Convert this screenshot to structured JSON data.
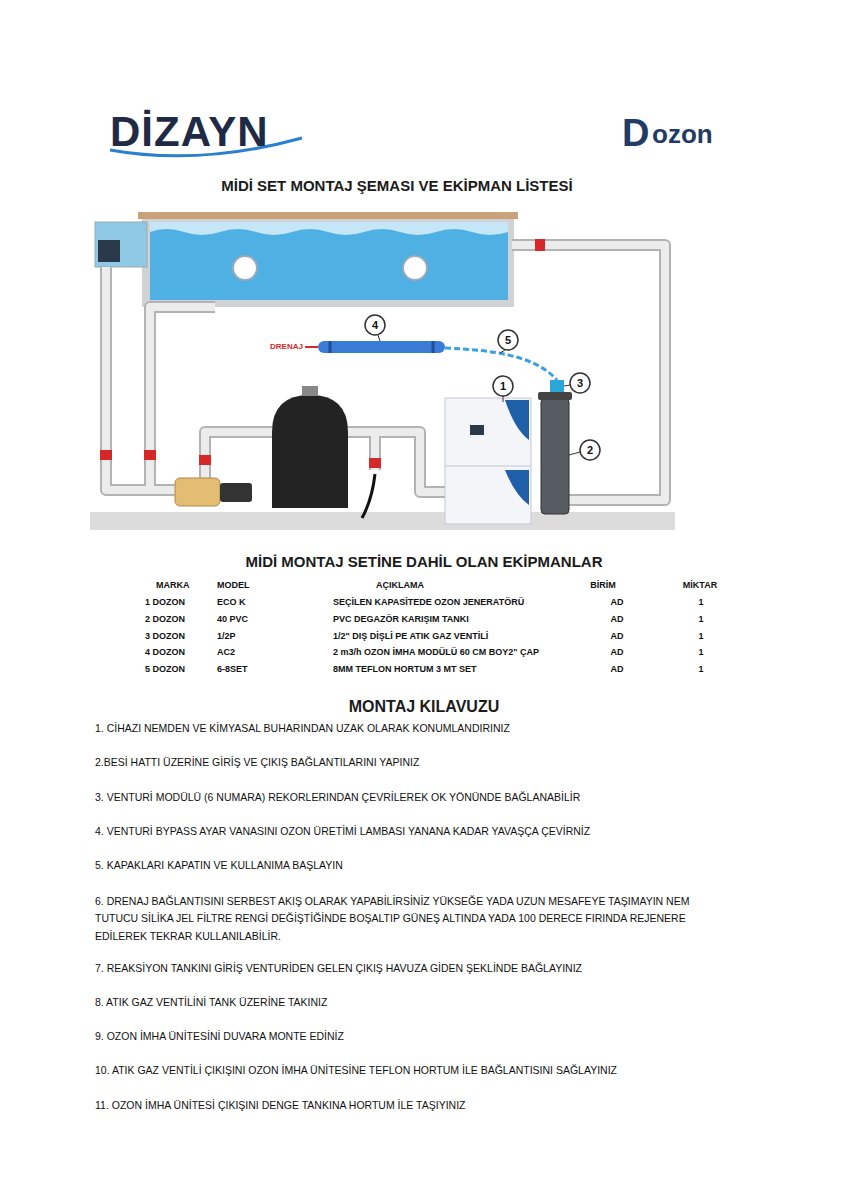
{
  "diagram": {
    "title": "MİDİ SET MONTAJ ŞEMASI VE EKİPMAN LİSTESİ",
    "labels": [
      "DİZAYN",
      "D",
      "ozon",
      "DRENAJ",
      "4",
      "5",
      "1",
      "3",
      "2",
      "MİDİ MONTAJ SETİNE DAHİL OLAN EKİPMANLAR",
      "MARKA",
      "MODEL",
      "AÇIKLAMA",
      "BİRİM",
      "MİKTAR",
      "1 DOZON",
      "ECO K",
      "SEÇİLEN KAPASİTEDE OZON JENERATÖRÜ",
      "AD",
      "1",
      "2 DOZON",
      "40 PVC",
      "PVC DEGAZÖR KARIŞIM TANKI",
      "AD",
      "1",
      "3 DOZON",
      "1/2P",
      "1/2\" DIŞ DİŞLİ PE ATIK GAZ VENTİLİ",
      "AD",
      "1",
      "4 DOZON",
      "AC2",
      "2 m3/h OZON İMHA MODÜLÜ 60 CM BOY2\" ÇAP",
      "AD",
      "1",
      "5 DOZON",
      "6-8SET",
      "8MM TEFLON HORTUM 3 MT SET",
      "AD",
      "1",
      "MONTAJ KILAVUZU",
      "1. CİHAZI NEMDEN VE KİMYASAL BUHARINDAN UZAK OLARAK KONUMLANDIRINIZ",
      "2.BESİ HATTI ÜZERİNE GİRİŞ VE ÇIKIŞ BAĞLANTILARINI YAPINIZ",
      "3. VENTURİ MODÜLÜ (6 NUMARA) REKORLERINDAN ÇEVRİLEREK OK YÖNÜNDE BAĞLANABİLİR",
      "4. VENTURİ BYPASS AYAR VANASINI OZON ÜRETİMİ LAMBASI YANANA KADAR YAVAŞÇA ÇEVİRNİZ",
      "5. KAPAKLARI KAPATIN VE KULLANIMA BAŞLAYIN",
      "6. DRENAJ BAĞLANTISINI SERBEST AKIŞ OLARAK YAPABİLİRSİNİZ YÜKSEĞE YADA UZUN MESAFEYE TAŞIMAYIN NEM TUTUCU SİLİKA JEL FİLTRE RENGİ DEĞİŞTİĞİNDE BOŞALTIP GÜNEŞ ALTINDA YADA 100 DERECE FIRINDA REJENERE EDİLEREK TEKRAR KULLANILABİLİR.",
      "7. REAKSİYON TANKINI GİRİŞ VENTURİDEN GELEN ÇIKIŞ HAVUZA GİDEN ŞEKLİNDE BAĞLAYINIZ",
      "8. ATIK GAZ VENTİLİNİ TANK ÜZERİNE TAKINIZ",
      "9. OZON İMHA ÜNİTESİNİ DUVARA MONTE EDİNİZ",
      "10. ATIK GAZ VENTİLİ ÇIKIŞINI OZON İMHA ÜNİTESİNE TEFLON HORTUM İLE BAĞLANTISINI SAĞLAYINIZ",
      "11. OZON İMHA ÜNİTESİ ÇIKIŞINI DENGE TANKINA HORTUM İLE TAŞIYINIZ"
    ]
  }
}
